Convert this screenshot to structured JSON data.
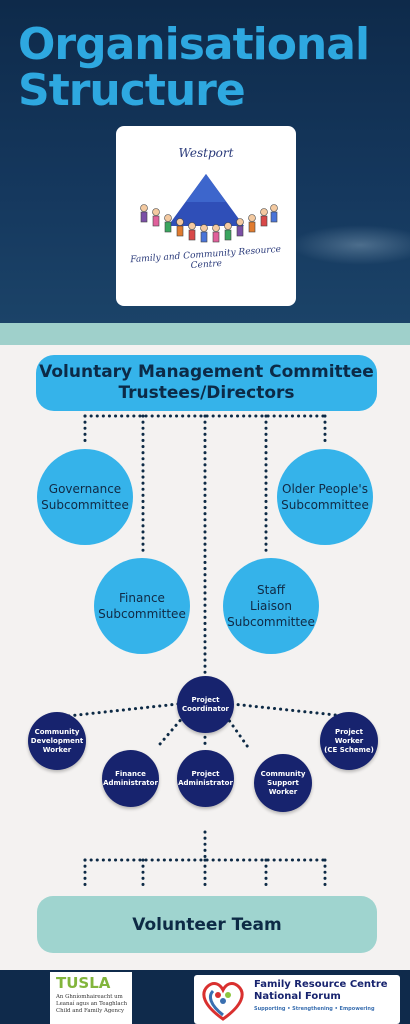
{
  "header": {
    "title_line1": "Organisational",
    "title_line2": "Structure",
    "logo": {
      "top_text": "Westport",
      "bottom_text": "Family and Community Resource Centre"
    }
  },
  "chart": {
    "committee": {
      "line1": "Voluntary Management Committee",
      "line2": "Trustees/Directors"
    },
    "subcommittees": [
      {
        "line1": "Governance",
        "line2": "Subcommittee"
      },
      {
        "line1": "Older People's",
        "line2": "Subcommittee"
      },
      {
        "line1": "Finance",
        "line2": "Subcommittee"
      },
      {
        "line1": "Staff",
        "line2": "Liaison",
        "line3": "Subcommittee"
      }
    ],
    "coordinator": {
      "line1": "Project",
      "line2": "Coordinator"
    },
    "staff": [
      {
        "line1": "Community",
        "line2": "Development",
        "line3": "Worker"
      },
      {
        "line1": "Finance",
        "line2": "Administrator"
      },
      {
        "line1": "Project",
        "line2": "Administrator"
      },
      {
        "line1": "Community",
        "line2": "Support",
        "line3": "Worker"
      },
      {
        "line1": "Project",
        "line2": "Worker",
        "line3": "(CE Scheme)"
      }
    ],
    "volunteers": "Volunteer Team"
  },
  "footer": {
    "tusla": {
      "name": "TUSLA",
      "sub1": "An Ghníomhaireacht um",
      "sub2": "Leanaí agus an Teaghlach",
      "sub3": "Child and Family Agency"
    },
    "frc": {
      "title1": "Family Resource Centre",
      "title2": "National Forum",
      "tagline": "Supporting • Strengthening • Empowering"
    }
  },
  "colors": {
    "header_bg": "#0e2a4a",
    "title": "#2ea8e0",
    "sky_blue": "#35b3ea",
    "navy_node": "#17236e",
    "teal": "#9fd0cb",
    "page_bg": "#f4f2f1"
  }
}
